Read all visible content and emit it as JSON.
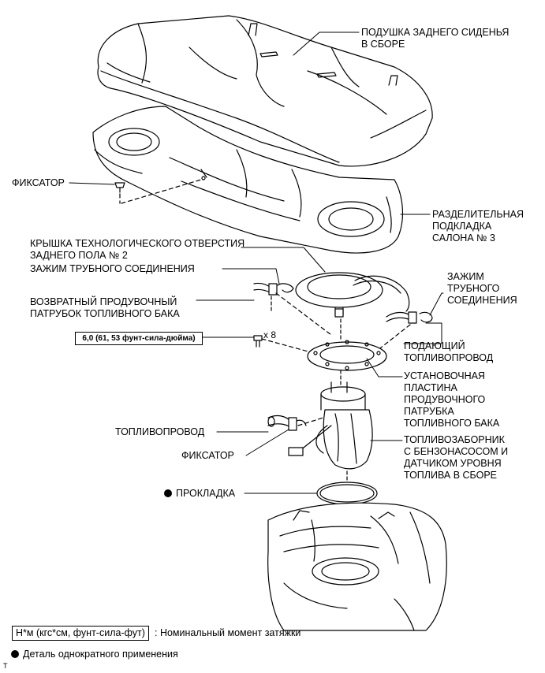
{
  "labels": {
    "seat_cushion": [
      "ПОДУШКА ЗАДНЕГО СИДЕНЬЯ",
      "В СБОРЕ"
    ],
    "retainer_top": [
      "ФИКСАТОР"
    ],
    "separator_pad": [
      "РАЗДЕЛИТЕЛЬНАЯ",
      "ПОДКЛАДКА",
      "САЛОНА № 3"
    ],
    "hole_cover": [
      "КРЫШКА ТЕХНОЛОГИЧЕСКОГО ОТВЕРСТИЯ",
      "ЗАДНЕГО ПОЛА № 2"
    ],
    "tube_clamp_left": [
      "ЗАЖИМ ТРУБНОГО СОЕДИНЕНИЯ"
    ],
    "return_hose": [
      "ВОЗВРАТНЫЙ ПРОДУВОЧНЫЙ",
      "ПАТРУБОК ТОПЛИВНОГО БАКА"
    ],
    "tube_clamp_right": [
      "ЗАЖИМ",
      "ТРУБНОГО",
      "СОЕДИНЕНИЯ"
    ],
    "feed_pipe": [
      "ПОДАЮЩИЙ",
      "ТОПЛИВОПРОВОД"
    ],
    "mount_plate": [
      "УСТАНОВОЧНАЯ",
      "ПЛАСТИНА",
      "ПРОДУВОЧНОГО",
      "ПАТРУБКА",
      "ТОПЛИВНОГО БАКА"
    ],
    "fuel_line": [
      "ТОПЛИВОПРОВОД"
    ],
    "retainer_bottom": [
      "ФИКСАТОР"
    ],
    "suction_assy": [
      "ТОПЛИВОЗАБОРНИК",
      "С БЕНЗОНАСОСОМ И",
      "ДАТЧИКОМ УРОВНЯ",
      "ТОПЛИВА В СБОРЕ"
    ],
    "gasket": [
      "ПРОКЛАДКА"
    ]
  },
  "torque_spec": "6,0 (61, 53 фунт-сила-дюйма)",
  "bolt_count": "x 8",
  "legend": {
    "torque_units": "Н*м (кгс*см, фунт-сила-фут)",
    "torque_desc": ": Номинальный момент затяжки",
    "non_reusable": "Деталь однократного применения"
  },
  "corner_mark": "T"
}
